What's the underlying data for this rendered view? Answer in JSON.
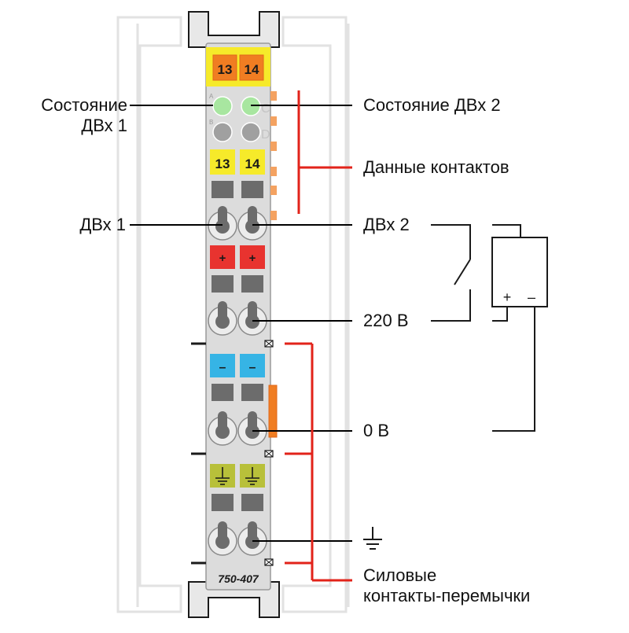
{
  "module": {
    "model": "750-407",
    "terminal_numbers": [
      "13",
      "14"
    ],
    "marker_plus": "+",
    "marker_minus": "–",
    "led_letters": [
      "A",
      "B",
      "C",
      "D"
    ]
  },
  "labels": {
    "state_di1_line1": "Состояние",
    "state_di1_line2": "ДВх 1",
    "state_di2": "Состояние ДВх 2",
    "contact_data": "Данные контактов",
    "di1": "ДВх 1",
    "di2": "ДВх 2",
    "v220": "220 В",
    "v0": "0 В",
    "power_jumper_line1": "Силовые",
    "power_jumper_line2": "контакты-перемычки"
  },
  "source": {
    "plus": "+",
    "minus": "–"
  },
  "colors": {
    "housing": "#dcdcdc",
    "housing_stroke": "#9a9a9a",
    "orange": "#f07d22",
    "orange_dark": "#e0671a",
    "yellow": "#f6ea2a",
    "led_green": "#a8e6a0",
    "led_grey": "#a0a0a0",
    "red_marker": "#e8332f",
    "blue_marker": "#36b4e5",
    "ground_marker": "#b8c03a",
    "accent_red": "#e2231a",
    "contact_orange": "#f4a261",
    "slot_grey": "#6c6c6c"
  }
}
